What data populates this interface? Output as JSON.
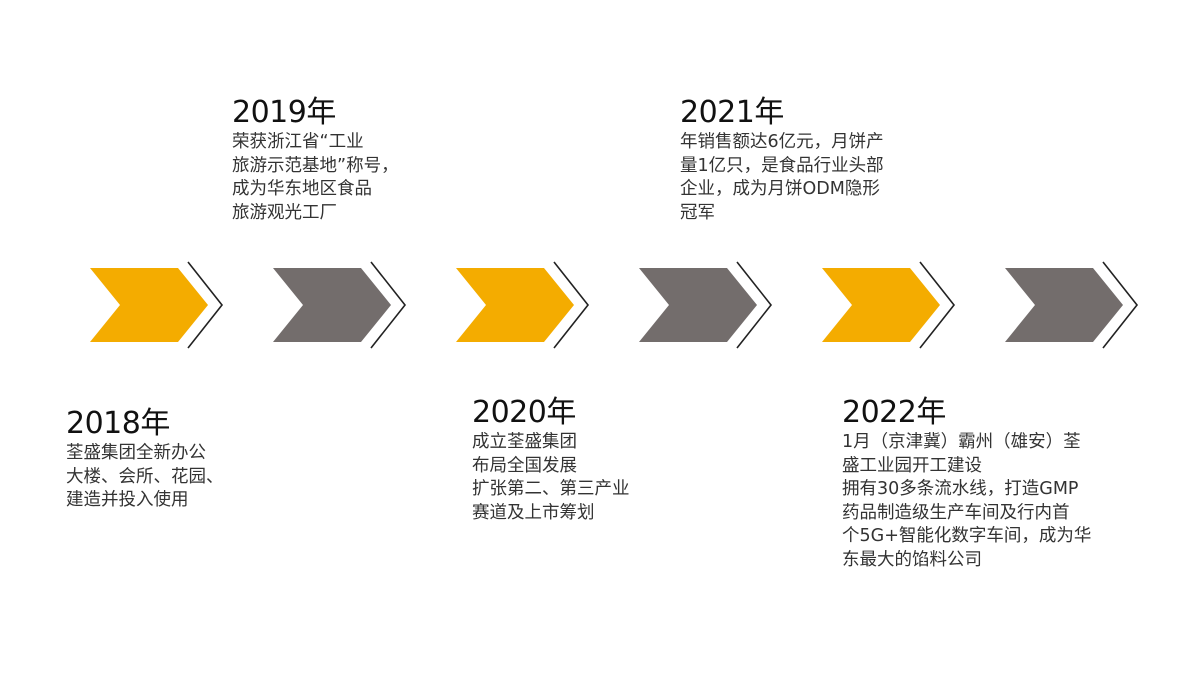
{
  "colors": {
    "accent": "#F4AC00",
    "neutral": "#736D6C",
    "outline": "#222222"
  },
  "arrows": [
    {
      "color": "accent"
    },
    {
      "color": "neutral"
    },
    {
      "color": "accent"
    },
    {
      "color": "neutral"
    },
    {
      "color": "accent"
    },
    {
      "color": "neutral"
    }
  ],
  "milestones": {
    "m2018": {
      "year": "2018年",
      "description": "荃盛集团全新办公\n大楼、会所、花园、\n建造并投入使用"
    },
    "m2019": {
      "year": "2019年",
      "description": "荣获浙江省“工业\n旅游示范基地”称号，\n成为华东地区食品\n旅游观光工厂"
    },
    "m2020": {
      "year": "2020年",
      "description": "成立荃盛集团\n布局全国发展\n扩张第二、第三产业\n赛道及上市筹划"
    },
    "m2021": {
      "year": "2021年",
      "description": "年销售额达6亿元，月饼产\n量1亿只，是食品行业头部\n企业，成为月饼ODM隐形\n冠军"
    },
    "m2022": {
      "year": "2022年",
      "description": "1月（京津冀）霸州（雄安）荃\n盛工业园开工建设\n拥有30多条流水线，打造GMP\n药品制造级生产车间及行内首\n个5G+智能化数字车间，成为华\n东最大的馅料公司"
    }
  }
}
